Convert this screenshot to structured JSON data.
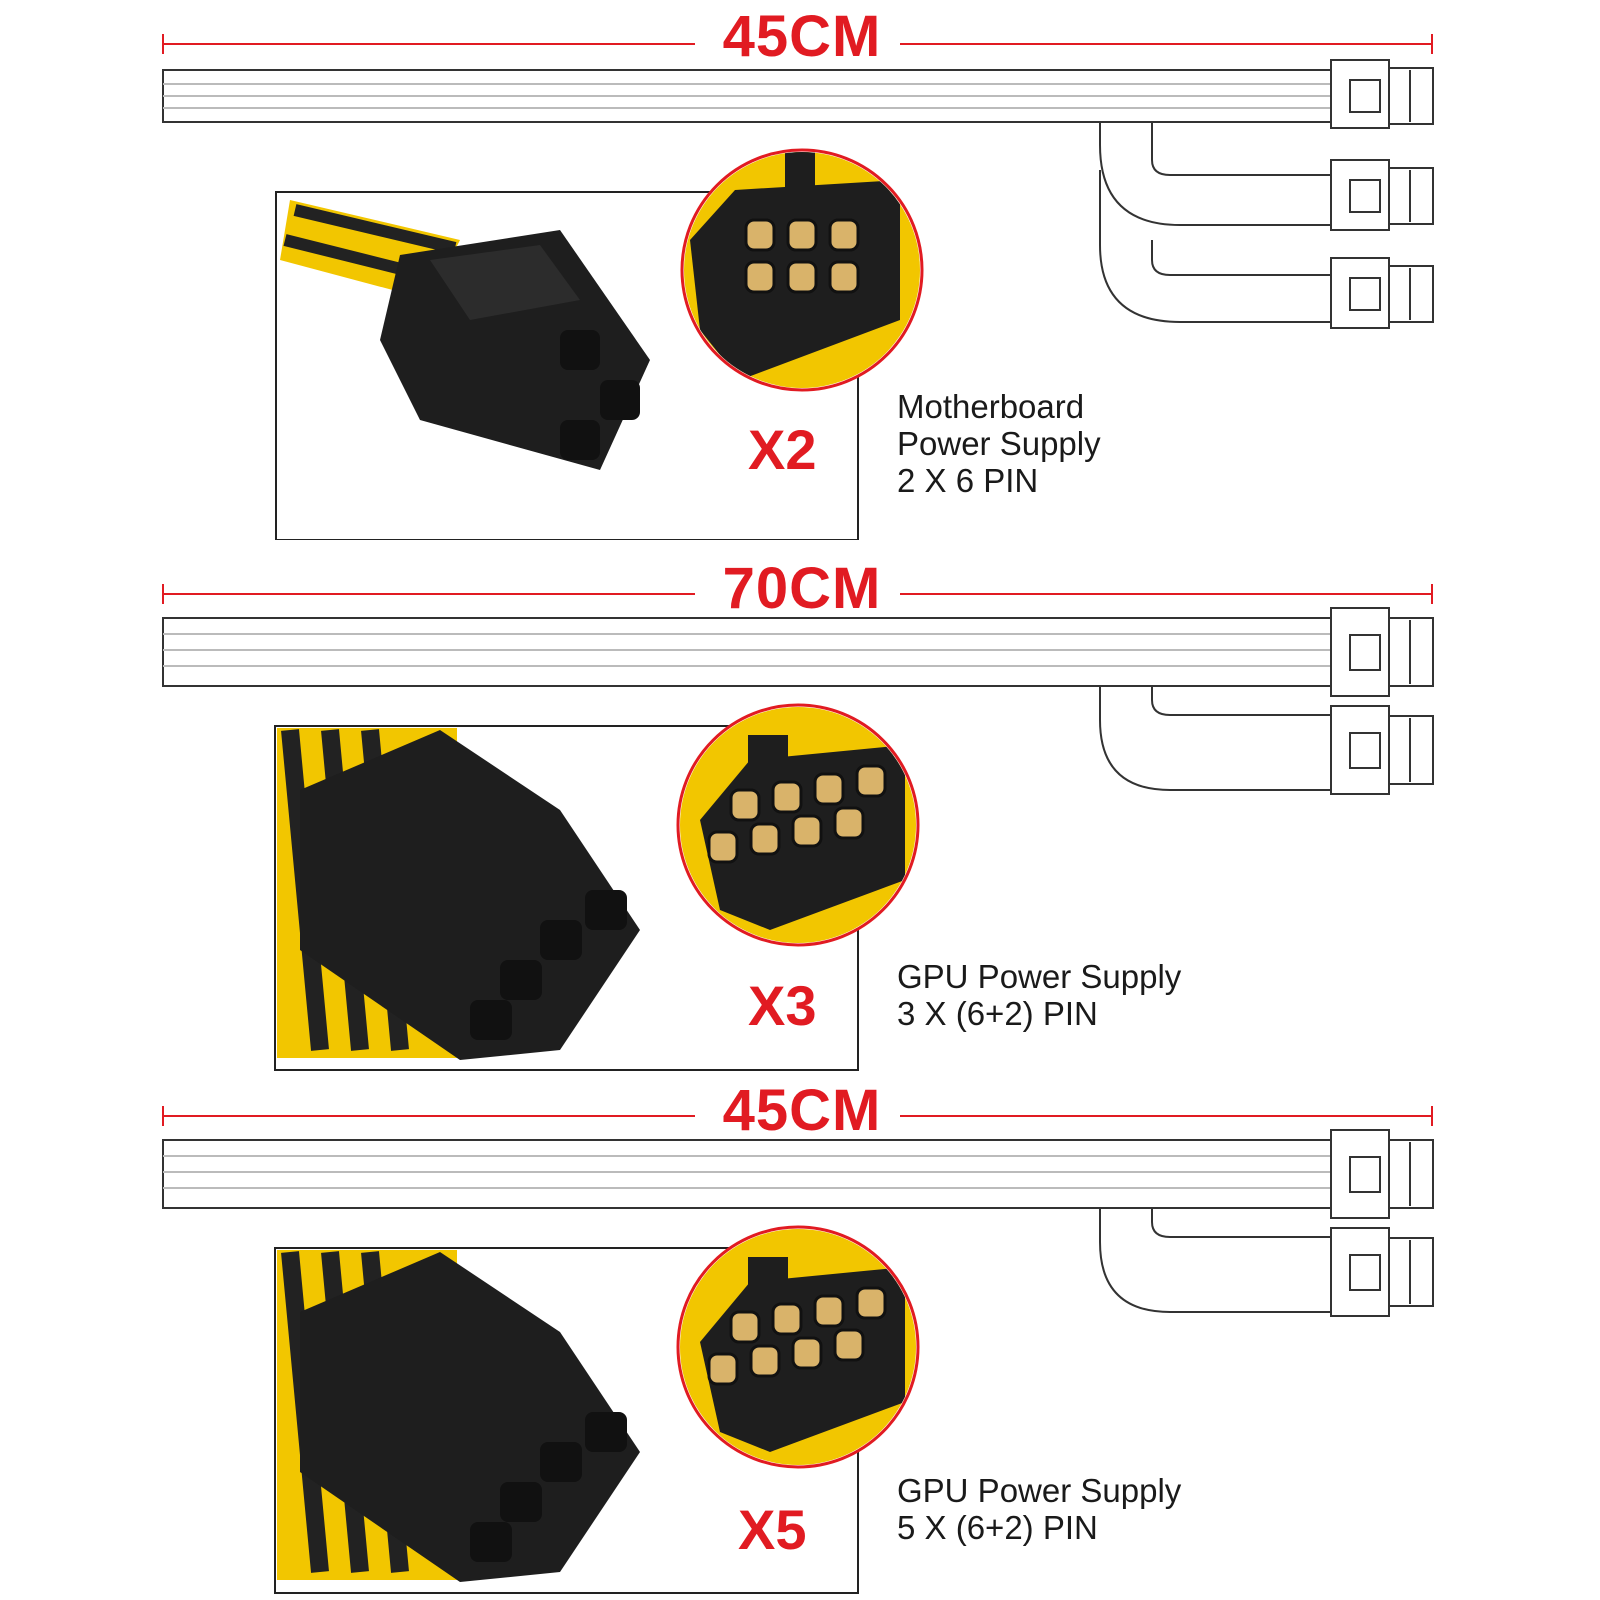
{
  "colors": {
    "accent": "#e11b22",
    "cable_outline": "#333333",
    "connector_body": "#1e1e1e",
    "wire_yellow": "#f2c600"
  },
  "sections": [
    {
      "length": "45CM",
      "quantity": "X2",
      "description": [
        "Motherboard",
        "Power Supply",
        "2 X 6 PIN"
      ],
      "pin_count": 6
    },
    {
      "length": "70CM",
      "quantity": "X3",
      "description": [
        "GPU Power Supply",
        "3 X (6+2) PIN"
      ],
      "pin_count": 8
    },
    {
      "length": "45CM",
      "quantity": "X5",
      "description": [
        "GPU Power Supply",
        "5 X (6+2) PIN"
      ],
      "pin_count": 8
    }
  ]
}
